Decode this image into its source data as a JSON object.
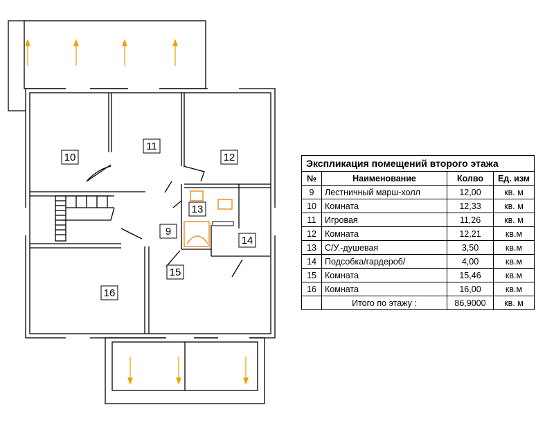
{
  "plan": {
    "rooms": [
      {
        "id": "room-10",
        "number": "10"
      },
      {
        "id": "room-11",
        "number": "11"
      },
      {
        "id": "room-12",
        "number": "12"
      },
      {
        "id": "room-13",
        "number": "13"
      },
      {
        "id": "room-9",
        "number": "9"
      },
      {
        "id": "room-14",
        "number": "14"
      },
      {
        "id": "room-15",
        "number": "15"
      },
      {
        "id": "room-16",
        "number": "16"
      }
    ],
    "colors": {
      "walls": "#000000",
      "arrows": "#f0a000",
      "fixtures": "#f08000"
    }
  },
  "legend": {
    "title": "Экспликация помещений второго этажа",
    "headers": {
      "num": "№",
      "name": "Наименование",
      "qty": "Колво",
      "unit": "Ед. изм"
    },
    "rows": [
      {
        "num": "9",
        "name": "Лестничный марш-холл",
        "qty": "12,00",
        "unit": "кв. м"
      },
      {
        "num": "10",
        "name": "Комната",
        "qty": "12,33",
        "unit": "кв. м"
      },
      {
        "num": "11",
        "name": "Игровая",
        "qty": "11,26",
        "unit": "кв. м"
      },
      {
        "num": "12",
        "name": "Комната",
        "qty": "12,21",
        "unit": "кв.м"
      },
      {
        "num": "13",
        "name": "С/У.-душевая",
        "qty": "3,50",
        "unit": "кв.м"
      },
      {
        "num": "14",
        "name": "Подсобка/гардероб/",
        "qty": "4,00",
        "unit": "кв.м"
      },
      {
        "num": "15",
        "name": "Комната",
        "qty": "15,46",
        "unit": "кв.м"
      },
      {
        "num": "16",
        "name": "Комната",
        "qty": "16,00",
        "unit": "кв.м"
      }
    ],
    "total": {
      "label": "Итого по этажу  :",
      "qty": "86,9000",
      "unit": "кв. м"
    }
  }
}
